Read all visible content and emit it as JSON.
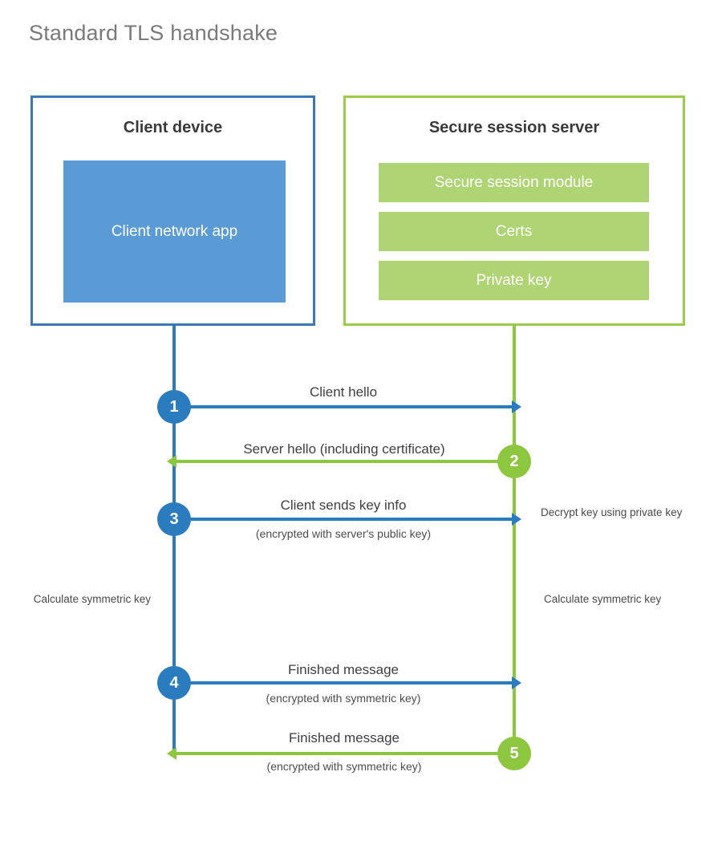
{
  "title": "Standard TLS handshake",
  "colors": {
    "client_border": "#3b78b5",
    "client_fill": "#5b9bd5",
    "client_accent": "#2b7cbf",
    "server_border": "#9acb4a",
    "server_fill": "#afd473",
    "server_accent": "#8dc63f",
    "title_text": "#7a7a7a",
    "body_text": "#404040",
    "background": "#ffffff"
  },
  "client": {
    "title": "Client device",
    "app_label": "Client network app"
  },
  "server": {
    "title": "Secure session server",
    "blocks": [
      {
        "label": "Secure session module"
      },
      {
        "label": "Certs"
      },
      {
        "label": "Private key"
      }
    ]
  },
  "steps": [
    {
      "number": "1",
      "label": "Client hello",
      "sublabel": "",
      "direction": "client-to-server",
      "color": "blue"
    },
    {
      "number": "2",
      "label": "Server hello (including certificate)",
      "sublabel": "",
      "direction": "server-to-client",
      "color": "green"
    },
    {
      "number": "3",
      "label": "Client sends key info",
      "sublabel": "(encrypted with server's public key)",
      "direction": "client-to-server",
      "color": "blue"
    },
    {
      "number": "4",
      "label": "Finished message",
      "sublabel": "(encrypted with symmetric key)",
      "direction": "client-to-server",
      "color": "blue"
    },
    {
      "number": "5",
      "label": "Finished message",
      "sublabel": "(encrypted with symmetric key)",
      "direction": "server-to-client",
      "color": "green"
    }
  ],
  "annotations": {
    "server_decrypt": "Decrypt key using private key",
    "client_calculate": "Calculate symmetric key",
    "server_calculate": "Calculate symmetric key"
  }
}
